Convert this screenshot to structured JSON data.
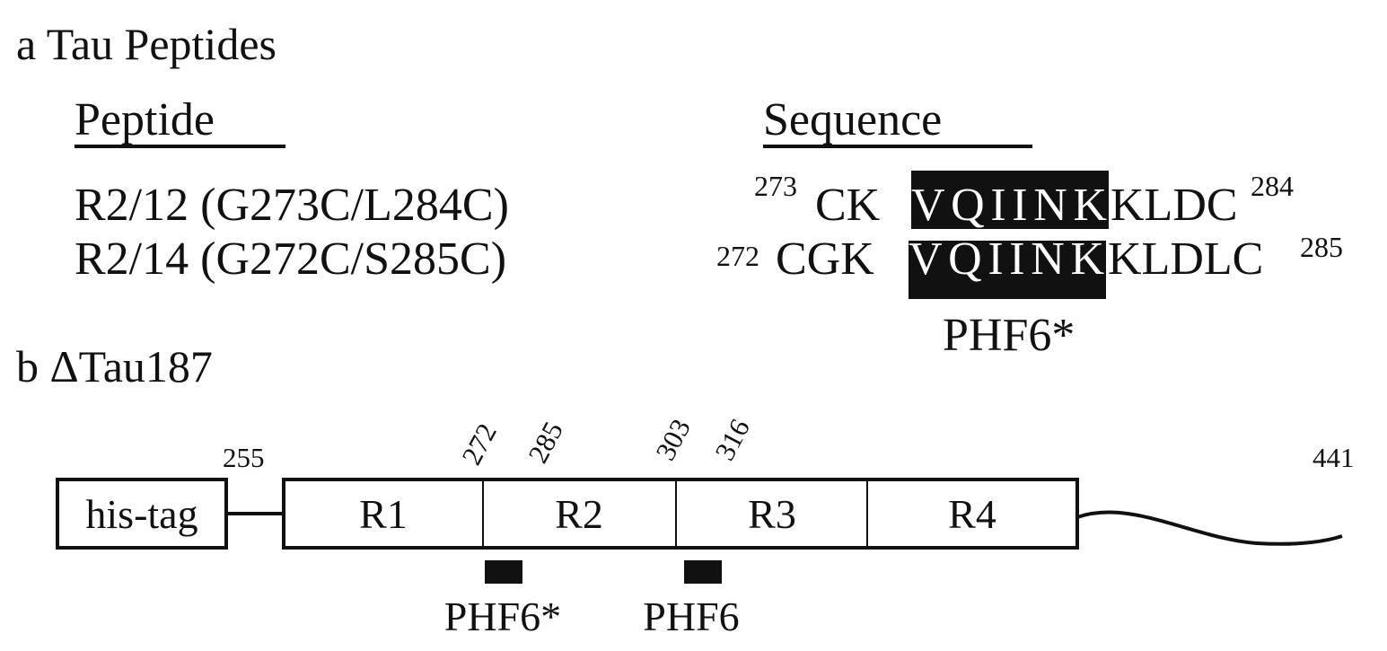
{
  "panel_a": {
    "title": "a Tau Peptides",
    "col_peptide": "Peptide",
    "col_sequence": "Sequence",
    "rows": [
      {
        "peptide": "R2/12 (G273C/L284C)",
        "start": "273",
        "pre": "CK",
        "highlight": "VQIINK",
        "post": "KLDC",
        "end": "284"
      },
      {
        "peptide": "R2/14 (G272C/S285C)",
        "start": "272",
        "pre": "CGK",
        "highlight": "VQIINK",
        "post": "KLDLC",
        "end": "285"
      }
    ],
    "motif_label": "PHF6*"
  },
  "panel_b": {
    "title": "b ΔTau187",
    "tag": "his-tag",
    "repeats": [
      "R1",
      "R2",
      "R3",
      "R4"
    ],
    "residue_labels": [
      "255",
      "272",
      "285",
      "303",
      "316",
      "441"
    ],
    "motifs": [
      "PHF6*",
      "PHF6"
    ]
  }
}
